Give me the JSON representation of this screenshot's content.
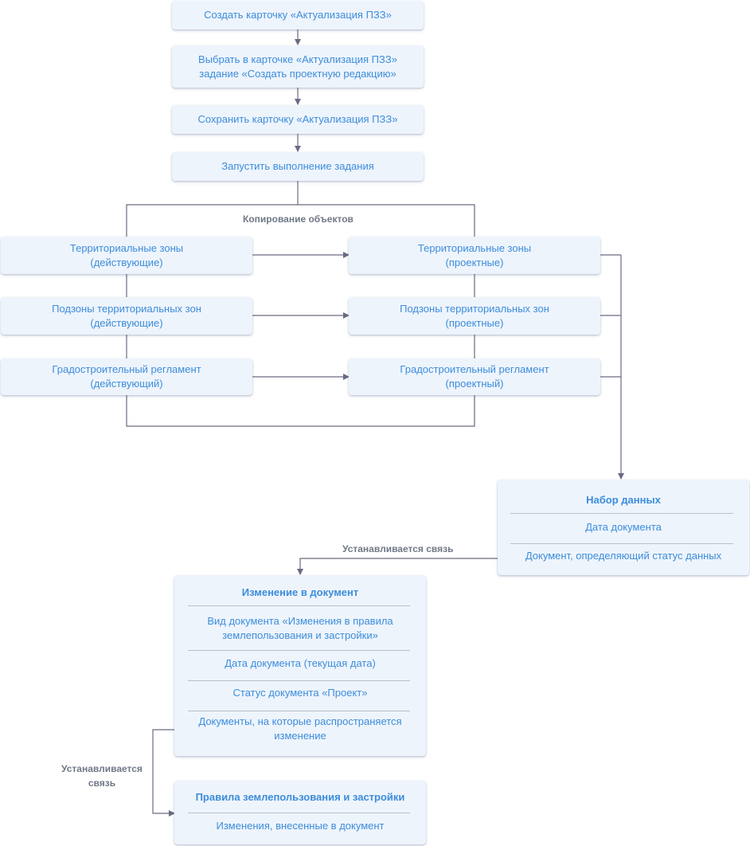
{
  "steps": {
    "create_card": "Создать карточку «Актуализация ПЗЗ»",
    "choose_task_line1": "Выбрать в карточке «Актуализация ПЗЗ»",
    "choose_task_line2": "задание «Создать проектную редакцию»",
    "save_card": "Сохранить карточку «Актуализация ПЗЗ»",
    "run_task": "Запустить выполнение задания"
  },
  "copy_label": "Копирование объектов",
  "current": {
    "zones_line1": "Территориальные зоны",
    "zones_line2": "(действующие)",
    "subzones_line1": "Подзоны территориальных зон",
    "subzones_line2": "(действующие)",
    "regulation_line1": "Градостроительный регламент",
    "regulation_line2": "(действующий)"
  },
  "project": {
    "zones_line1": "Территориальные зоны",
    "zones_line2": "(проектные)",
    "subzones_line1": "Подзоны территориальных зон",
    "subzones_line2": "(проектные)",
    "regulation_line1": "Градостроительный регламент",
    "regulation_line2": "(проектный)"
  },
  "dataset": {
    "title": "Набор данных",
    "doc_date": "Дата документа",
    "status_doc": "Документ, определяющий статус данных"
  },
  "link_label_1": "Устанавливается связь",
  "change_doc": {
    "title": "Изменение в документ",
    "doc_type_line1": "Вид документа «Изменения в правила",
    "doc_type_line2": "землепользования и застройки»",
    "doc_date": "Дата документа (текущая дата)",
    "doc_status": "Статус документа «Проект»",
    "applies_line1": "Документы, на которые распространяется",
    "applies_line2": "изменение"
  },
  "link_label_2_line1": "Устанавливается",
  "link_label_2_line2": "связь",
  "rules": {
    "title": "Правила землепользования и застройки",
    "changes": "Изменения, внесенные в документ"
  },
  "colors": {
    "box_fill": "#eef4fc",
    "box_text": "#3c8ddb",
    "connector": "#6b6a82",
    "label_text": "#707886",
    "separator": "#b9bfcc"
  }
}
